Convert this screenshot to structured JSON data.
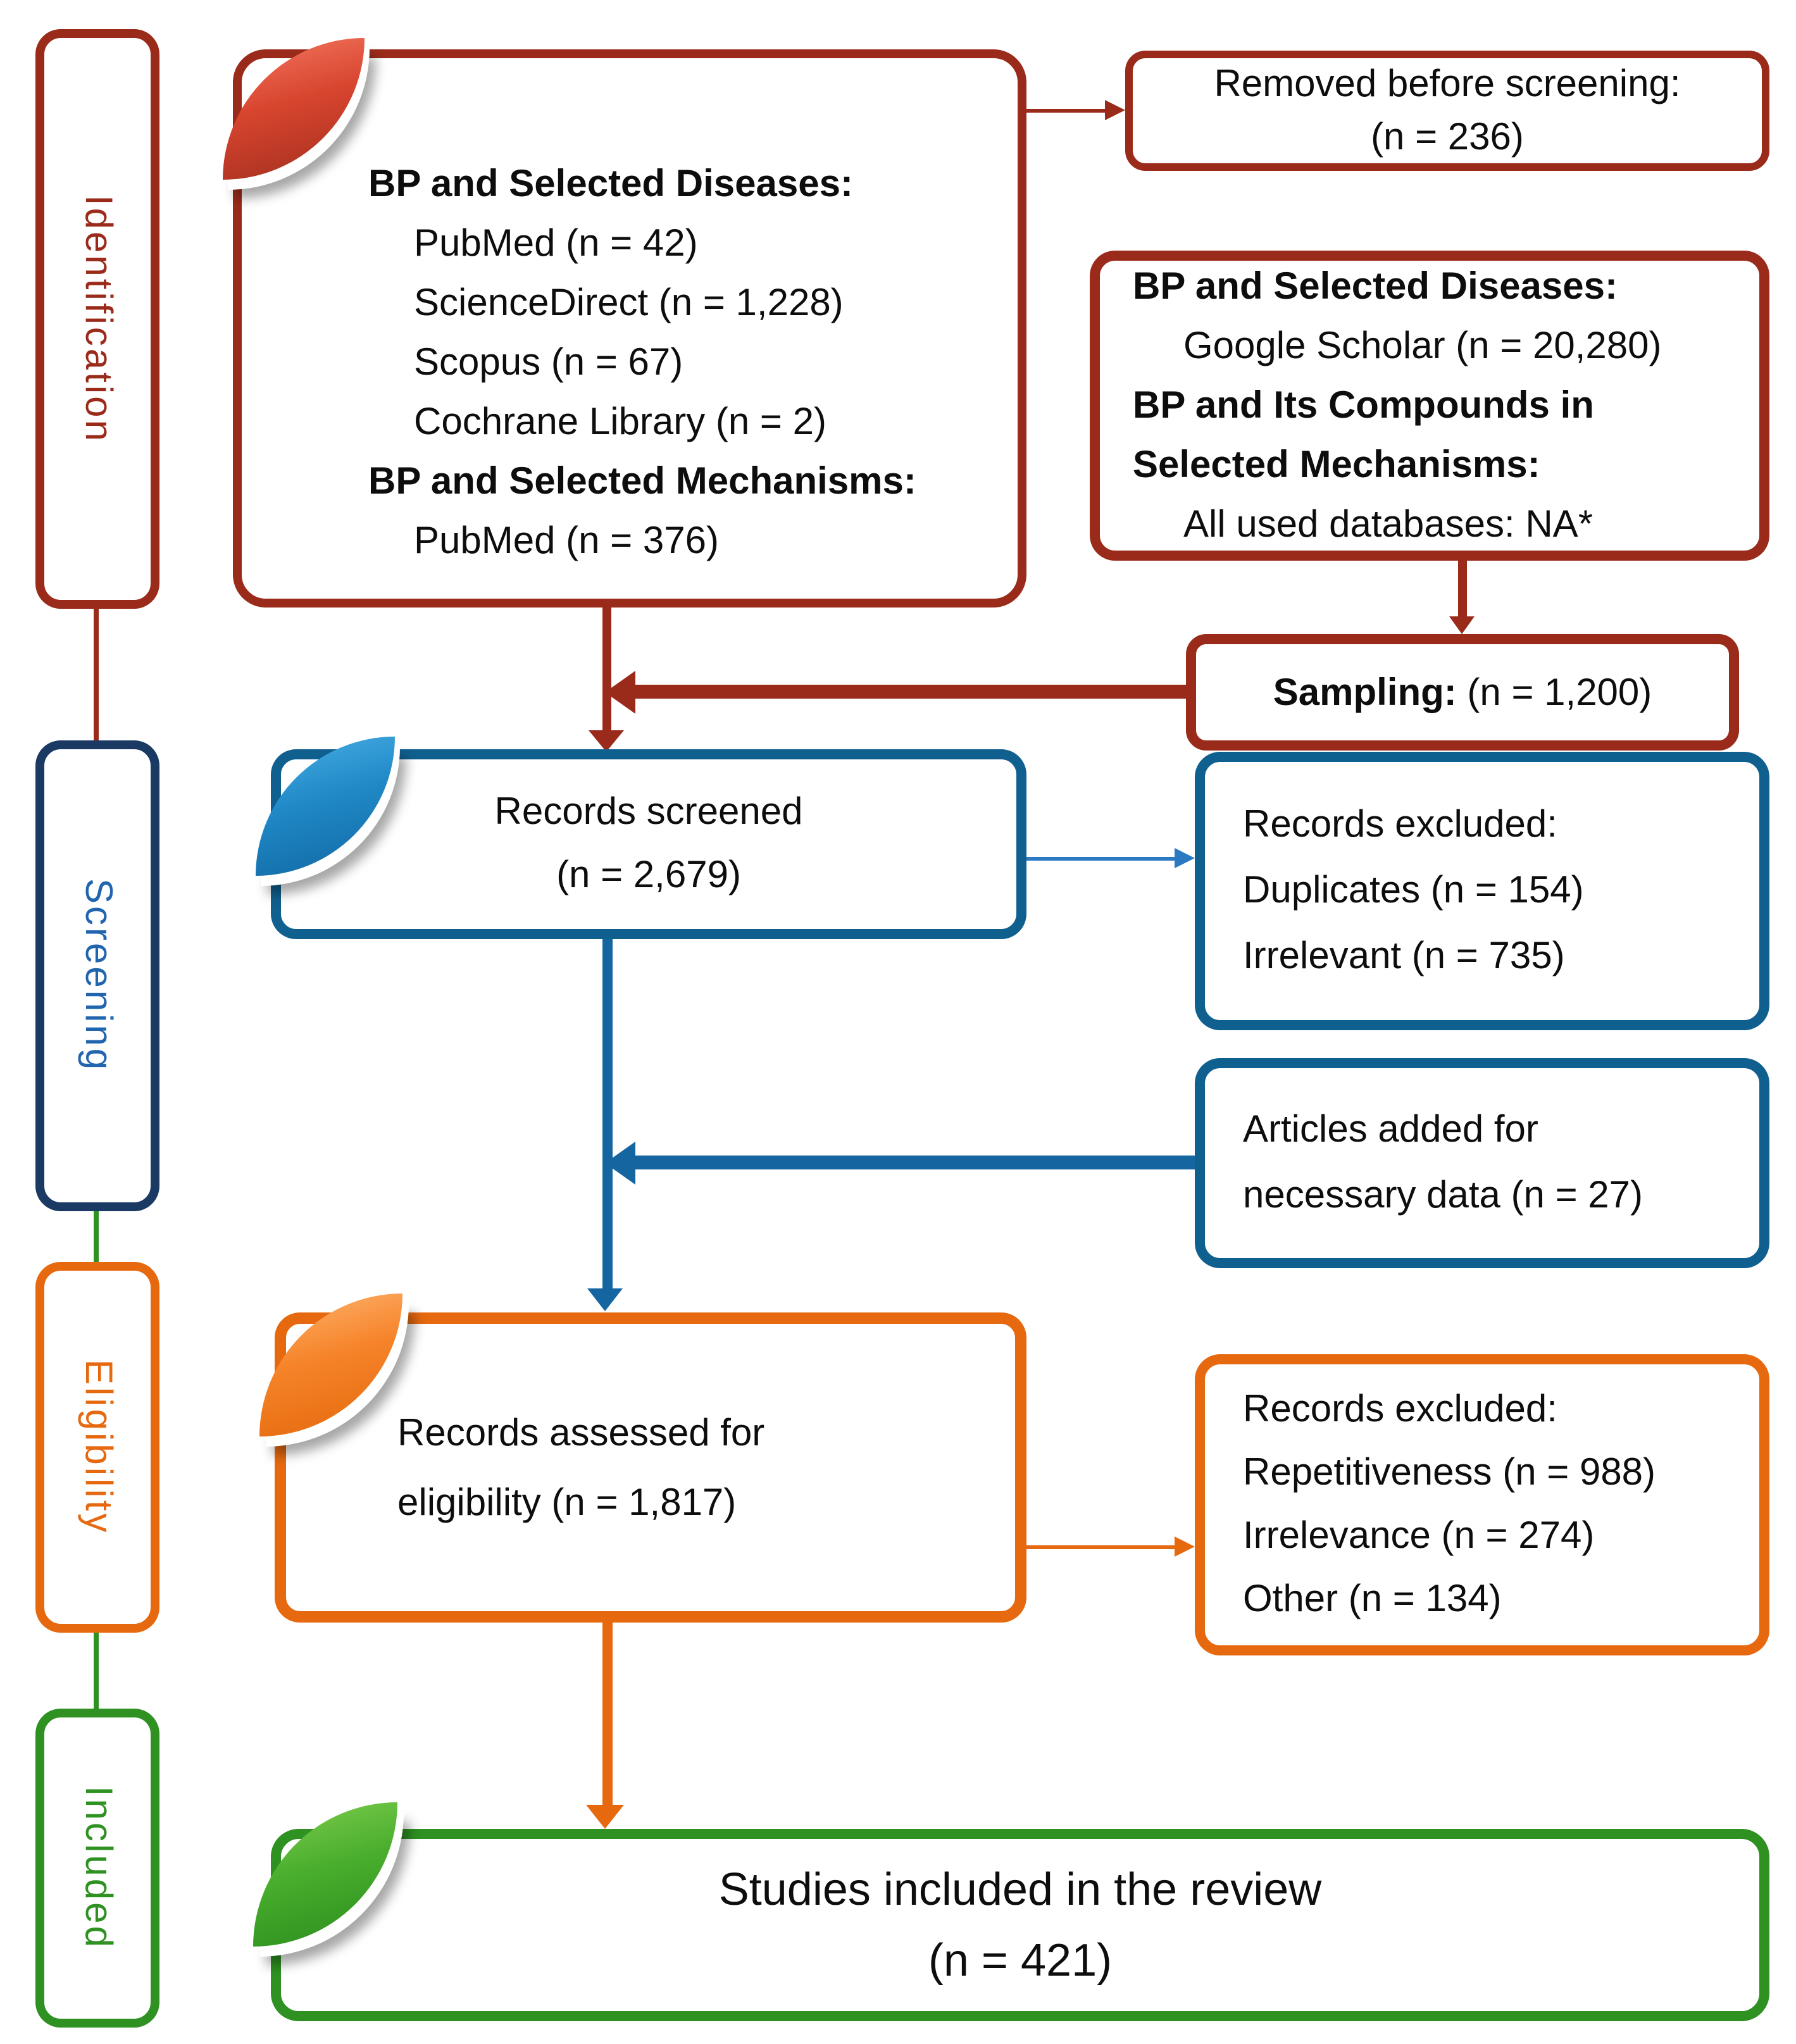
{
  "sidebar": {
    "stages": [
      {
        "label": "Identification",
        "color": "#9A2B1B"
      },
      {
        "label": "Screening",
        "color": "#2065AE"
      },
      {
        "label": "Eligibility",
        "color": "#E6690F"
      },
      {
        "label": "Included",
        "color": "#2E9122"
      }
    ]
  },
  "identification": {
    "sources_box": {
      "lines": [
        "BP and Selected Diseases:",
        "PubMed (n = 42)",
        "ScienceDirect (n = 1,228)",
        "Scopus (n = 67)",
        "Cochrane Library (n = 2)",
        "BP and Selected Mechanisms:",
        "PubMed (n = 376)"
      ]
    },
    "removed_box": {
      "title": "Removed before screening:",
      "count": "(n = 236)"
    },
    "additional_sources_box": {
      "lines": [
        "BP and Selected Diseases:",
        "Google Scholar (n = 20,280)",
        "BP and Its Compounds in",
        "Selected Mechanisms:",
        "All used databases: NA*"
      ]
    },
    "sampling_box": {
      "label": "Sampling:",
      "count": " (n = 1,200)"
    }
  },
  "screening": {
    "records_screened_box": {
      "title": "Records screened",
      "count": "(n = 2,679)"
    },
    "records_excluded_box": {
      "lines": [
        "Records excluded:",
        "Duplicates (n = 154)",
        "Irrelevant (n = 735)"
      ]
    },
    "articles_added_box": {
      "lines": [
        "Articles added for",
        "necessary data (n = 27)"
      ]
    }
  },
  "eligibility": {
    "records_assessed_box": {
      "lines": [
        "Records assessed for",
        "eligibility (n = 1,817)"
      ]
    },
    "records_excluded_box": {
      "lines": [
        "Records excluded:",
        "Repetitiveness (n = 988)",
        "Irrelevance (n = 274)",
        "Other (n = 134)"
      ]
    }
  },
  "included": {
    "studies_included_box": {
      "title": "Studies included in the review",
      "count": "(n = 421)"
    }
  },
  "colors": {
    "dark_red": "#9A2B1B",
    "navy_border": "#1A3A63",
    "screening_text_blue": "#2065AE",
    "blue_border": "#10608F",
    "blue_line": "#1565A0",
    "blue_thin_arrow": "#2B79C2",
    "orange": "#E6690F",
    "green": "#2E9122"
  }
}
